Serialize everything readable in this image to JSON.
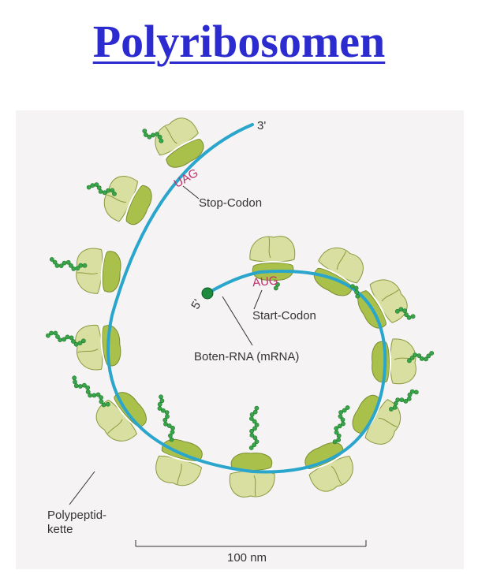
{
  "title": "Polyribosomen",
  "labels": {
    "three_prime": "3'",
    "five_prime": "5'",
    "stop_codon_seq": "UAG",
    "stop_codon": "Stop-Codon",
    "start_codon_seq": "AUG",
    "start_codon": "Start-Codon",
    "mrna": "Boten-RNA (mRNA)",
    "polypeptide_line1": "Polypeptid-",
    "polypeptide_line2": "kette",
    "scale": "100 nm"
  },
  "colors": {
    "title": "#2b2bd0",
    "mrna": "#2aa6cc",
    "ribosome_light": "#d9dfa0",
    "ribosome_dark": "#a9c14a",
    "peptide": "#3aa548",
    "codon_text": "#c0306a",
    "panel": "#f6f3f4"
  }
}
